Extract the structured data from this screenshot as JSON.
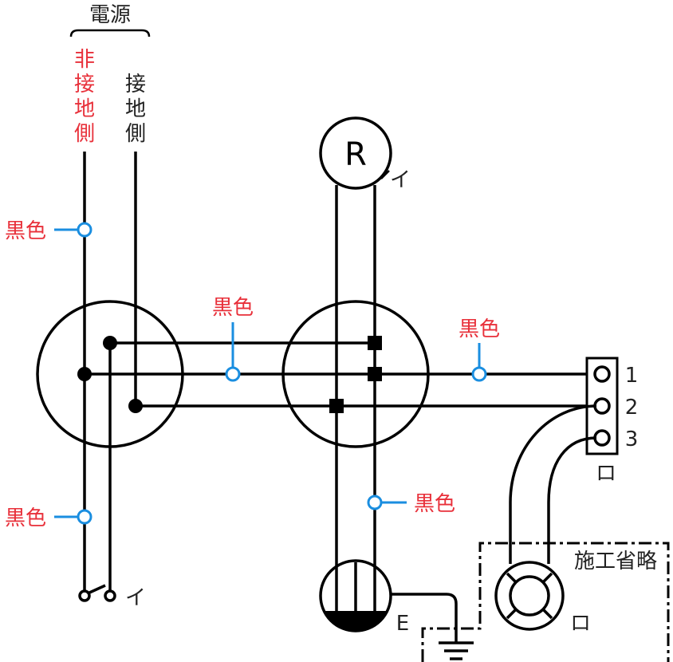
{
  "power_source": {
    "label": "電源",
    "ungrounded_side": [
      "非",
      "接",
      "地",
      "側"
    ],
    "grounded_side": [
      "接",
      "地",
      "側"
    ]
  },
  "wire_color_label": "黒色",
  "receptacle_r": {
    "symbol": "R",
    "tag": "イ"
  },
  "switch": {
    "tag": "イ"
  },
  "outlet": {
    "tag": "E"
  },
  "terminal_block": {
    "terminals": [
      "1",
      "2",
      "3"
    ],
    "tag": "ロ"
  },
  "lamp": {
    "tag": "ロ"
  },
  "omitted_work_label": "施工省略",
  "colors": {
    "wire": "#000000",
    "label_red": "#e8303a",
    "marker_blue": "#1a8ee0"
  }
}
